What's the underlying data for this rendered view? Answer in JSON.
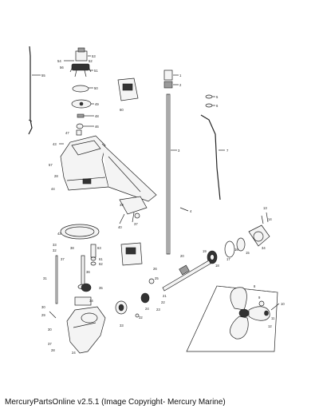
{
  "footer": {
    "text": "MercuryPartsOnline v2.5.1 (Image Copyright- Mercury Marine)"
  },
  "callouts": {
    "c1": "1",
    "c2": "2",
    "c3": "3",
    "c4": "4",
    "c5": "5",
    "c6": "6",
    "c7": "7",
    "c8": "8",
    "c9": "9",
    "c10": "10",
    "c11": "11",
    "c12": "12",
    "c13": "13",
    "c14": "14",
    "c15": "15",
    "c16": "16",
    "c17": "17",
    "c18": "18",
    "c19": "19",
    "c20": "20",
    "c21": "21",
    "c22": "22",
    "c23": "23",
    "c24": "24",
    "c25": "25",
    "c26": "26",
    "c27": "27",
    "c28": "28",
    "c29": "29",
    "c30": "30",
    "c31": "31",
    "c32": "32",
    "c33": "33",
    "c34": "34",
    "c35": "35",
    "c36": "36",
    "c37": "37",
    "c38": "38",
    "c39": "39",
    "c40": "40",
    "c41": "41",
    "c42": "42",
    "c43": "43",
    "c44": "44",
    "c45": "45",
    "c46": "46",
    "c47": "47",
    "c48": "48",
    "c49": "49",
    "c50": "50",
    "c51": "51",
    "c52": "52",
    "c53": "53",
    "c54": "54",
    "c55": "55",
    "c56": "56",
    "c57": "57",
    "c60": "60",
    "c61": "61",
    "c62": "62",
    "c63": "63"
  }
}
